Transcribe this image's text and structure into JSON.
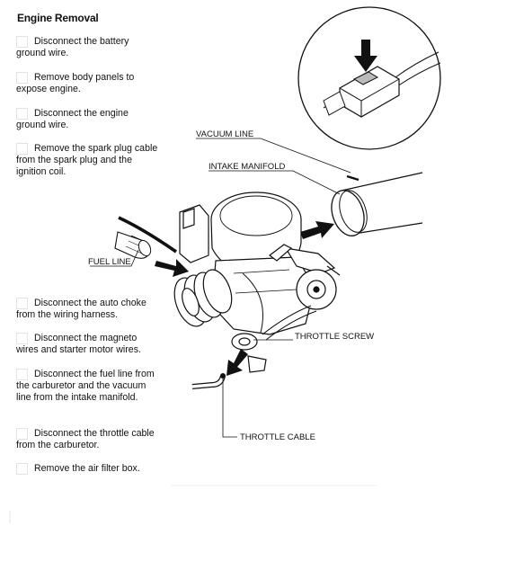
{
  "title": "Engine Removal",
  "steps": [
    {
      "text": "Disconnect the battery ground wire."
    },
    {
      "text": "Remove body panels to expose engine."
    },
    {
      "text": "Disconnect the engine ground wire."
    },
    {
      "text": "Remove the spark plug cable from the spark plug and the ignition coil."
    },
    {
      "text": "Disconnect the auto choke from the wiring harness."
    },
    {
      "text": "Disconnect the magneto wires and starter motor wires."
    },
    {
      "text": "Disconnect the fuel line from the carburetor and the vacuum line from the intake manifold."
    },
    {
      "text": "Disconnect the throttle cable from the carburetor."
    },
    {
      "text": "Remove the air filter box."
    }
  ],
  "labels": {
    "vacuum_line": "VACUUM LINE",
    "intake_manifold": "INTAKE MANIFOLD",
    "fuel_line": "FUEL LINE",
    "throttle_screw": "THROTTLE SCREW",
    "throttle_cable": "THROTTLE CABLE"
  }
}
